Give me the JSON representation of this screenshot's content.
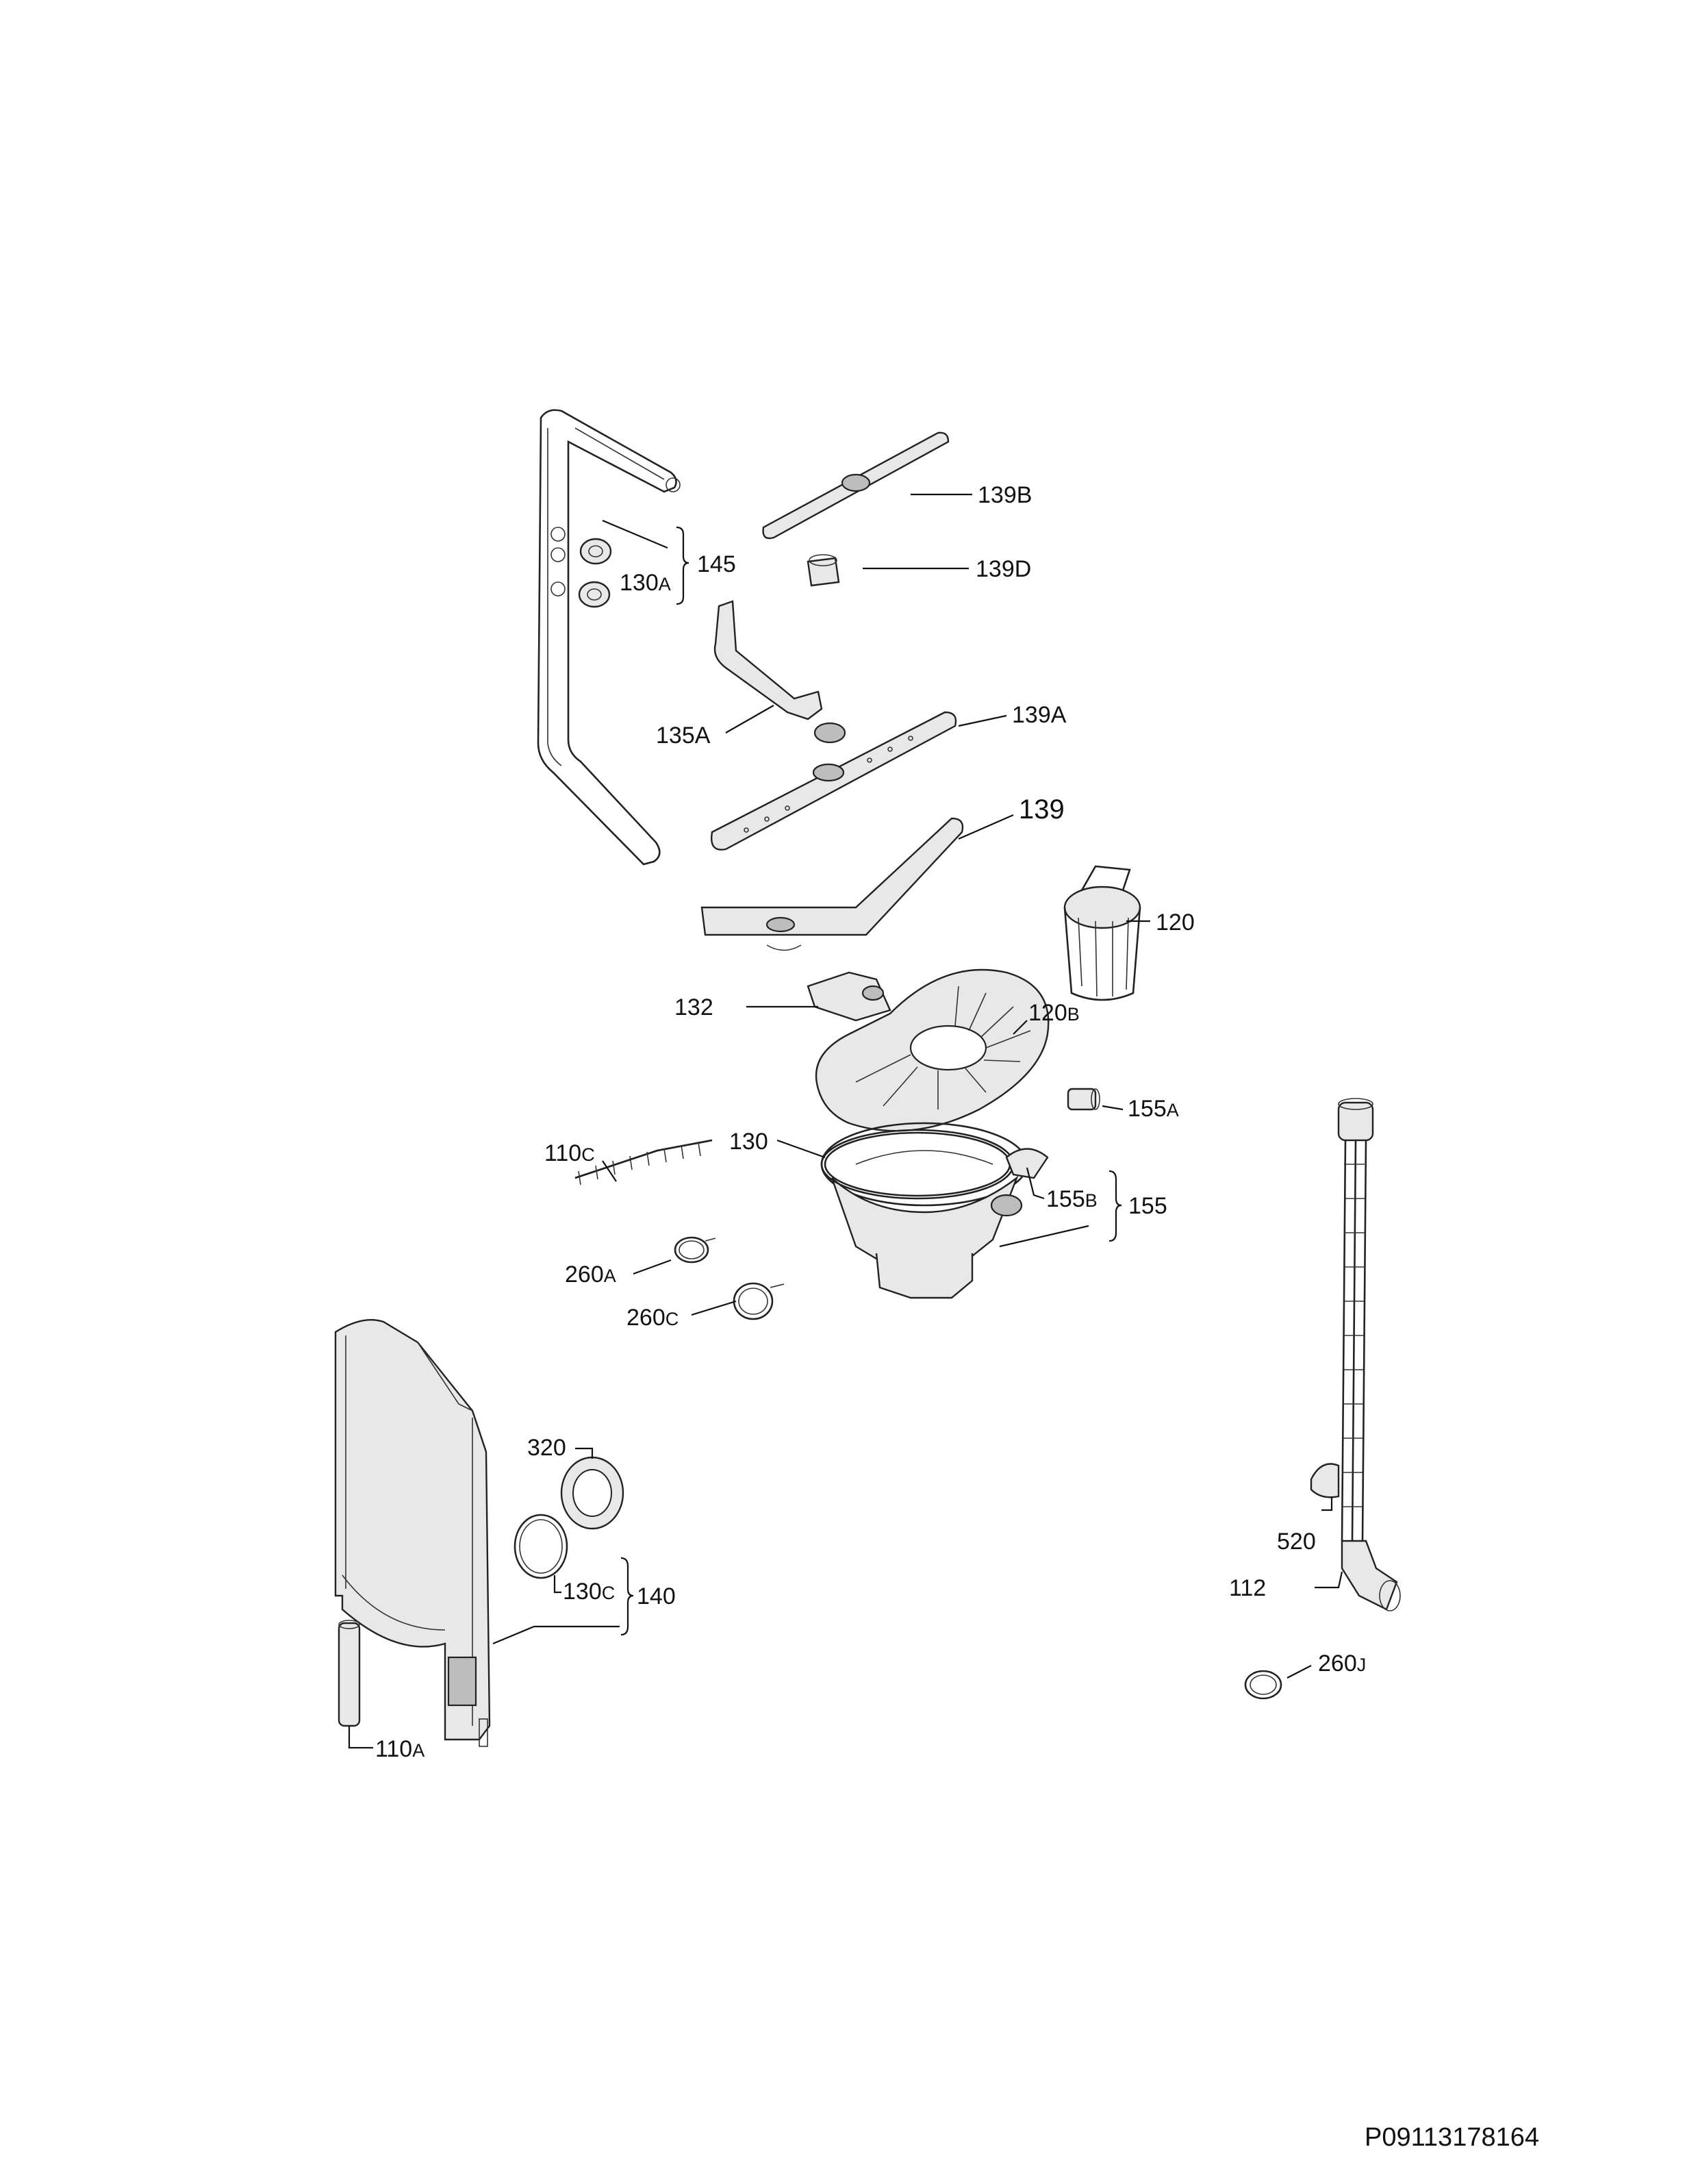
{
  "labels": {
    "l139b": "139B",
    "l139d": "139D",
    "l145": "145",
    "l130a": "130",
    "l130a_s": "A",
    "l139a": "139A",
    "l135a": "135A",
    "l139": "139",
    "l120": "120",
    "l132": "132",
    "l120b": "120",
    "l120b_s": "B",
    "l110c": "110",
    "l110c_s": "C",
    "l130": "130",
    "l155a": "155",
    "l155a_s": "A",
    "l155b": "155",
    "l155b_s": "B",
    "l155": "155",
    "l260a": "260",
    "l260a_s": "A",
    "l260c": "260",
    "l260c_s": "C",
    "l320": "320",
    "l130c": "130",
    "l130c_s": "C",
    "l140": "140",
    "l110a": "110",
    "l110a_s": "A",
    "l520": "520",
    "l112": "112",
    "l260j": "260",
    "l260j_s": "J"
  },
  "document_id": "P09113178164"
}
